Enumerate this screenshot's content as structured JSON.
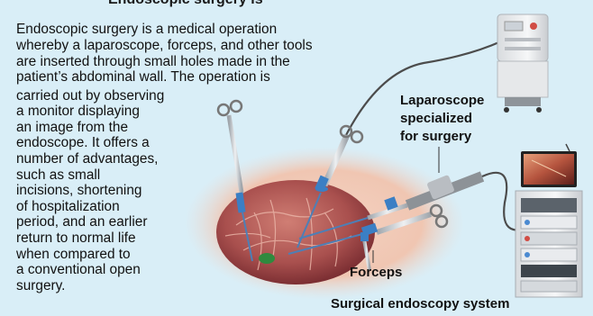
{
  "heading": "Endoscopic surgery is",
  "description": {
    "lines": [
      "Endoscopic surgery is a medical operation",
      "whereby a laparoscope, forceps, and other tools",
      "are inserted through small holes made in the",
      "patient’s abdominal wall. The operation is",
      "carried out by observing",
      "a monitor displaying",
      "an image from the",
      "endoscope. It offers a",
      "number of advantages,",
      "such as small",
      "incisions, shortening",
      "of hospitalization",
      "period, and an earlier",
      "return to normal life",
      "when compared to",
      "a conventional open",
      "surgery."
    ]
  },
  "labels": {
    "laparoscope": [
      "Laparoscope",
      "specialized",
      "for surgery"
    ],
    "forceps": "Forceps",
    "system": "Surgical endoscopy system"
  },
  "colors": {
    "background": "#d9eef7",
    "skin": "#f0c6b2",
    "cavity": "#b85c5a",
    "instrument_blue": "#3b7fc4",
    "metal": "#c8ccd0"
  }
}
